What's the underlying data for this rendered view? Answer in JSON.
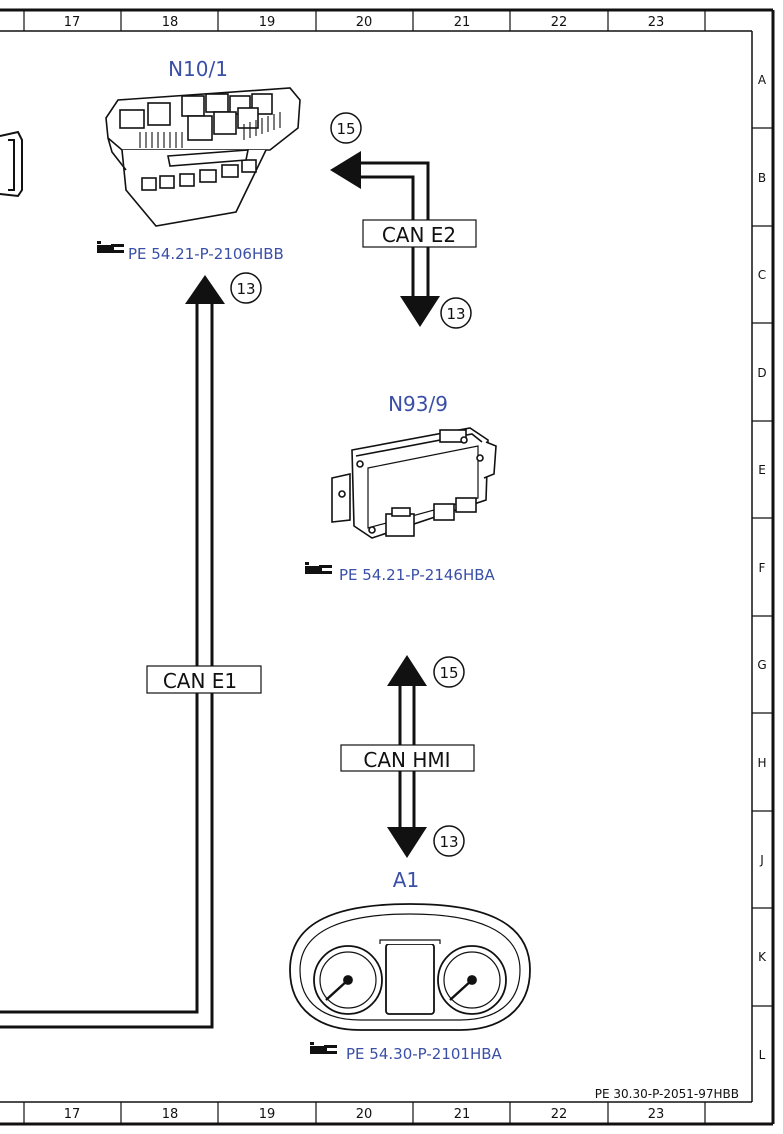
{
  "grid": {
    "columns": [
      "17",
      "18",
      "19",
      "20",
      "21",
      "22",
      "23"
    ],
    "rows": [
      "A",
      "B",
      "C",
      "D",
      "E",
      "F",
      "G",
      "H",
      "J",
      "K",
      "L"
    ]
  },
  "components": {
    "n10_1": {
      "label": "N10/1",
      "ref": "PE 54.21-P-2106HBB"
    },
    "n93_9": {
      "label": "N93/9",
      "ref": "PE 54.21-P-2146HBA"
    },
    "a1": {
      "label": "A1",
      "ref": "PE 54.30-P-2101HBA"
    }
  },
  "buses": {
    "can_e1": {
      "label": "CAN E1",
      "marker": "13"
    },
    "can_e2": {
      "label": "CAN E2",
      "marker_top": "15",
      "marker_bottom": "13"
    },
    "can_hmi": {
      "label": "CAN HMI",
      "marker_top": "15",
      "marker_bottom": "13"
    }
  },
  "document_ref": "PE 30.30-P-2051-97HBB",
  "colors": {
    "label_blue": "#3a4fa6",
    "line": "#111111"
  }
}
